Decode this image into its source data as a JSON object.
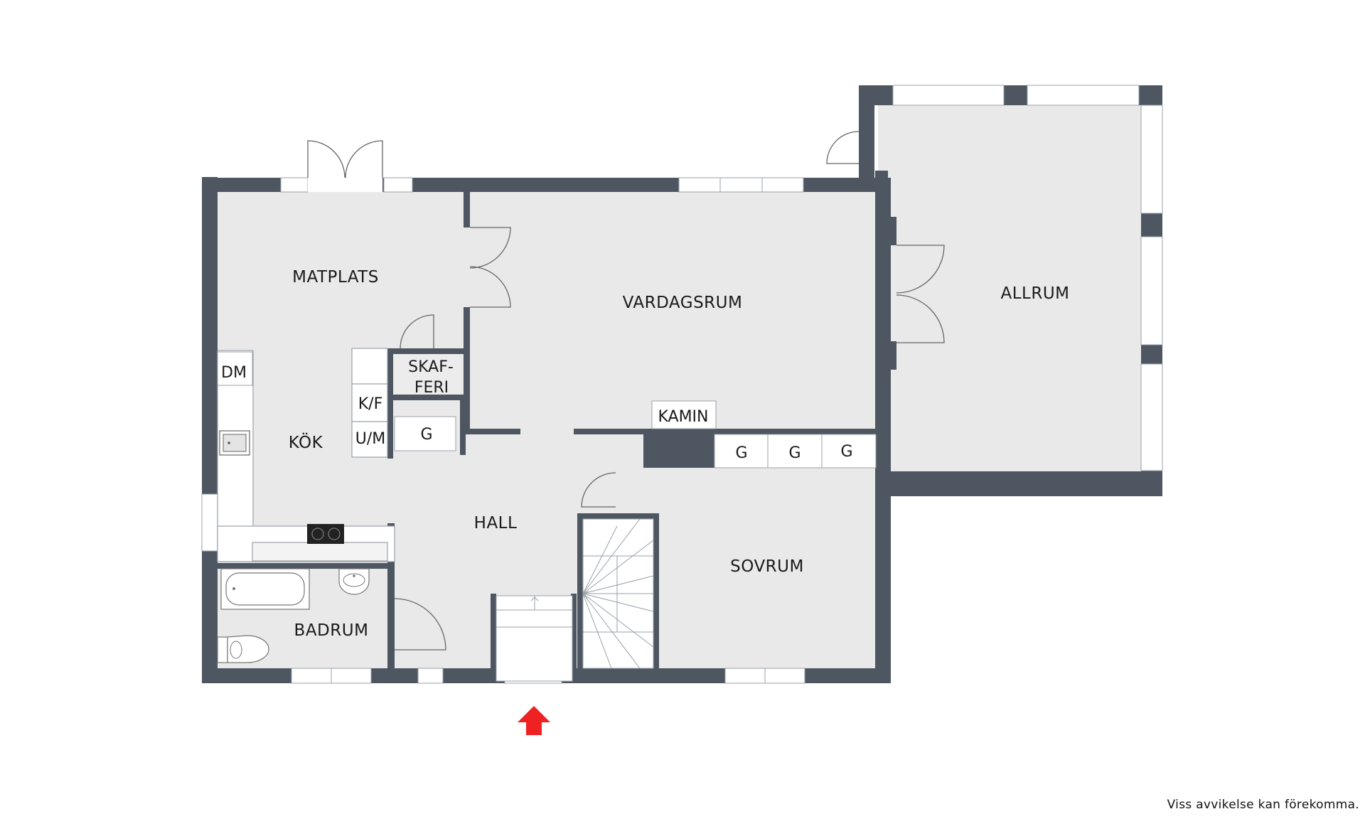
{
  "rooms": {
    "matplats": "MATPLATS",
    "vardagsrum": "VARDAGSRUM",
    "allrum": "ALLRUM",
    "kok": "KÖK",
    "hall": "HALL",
    "sovrum": "SOVRUM",
    "badrum": "BADRUM"
  },
  "fixtures": {
    "dm": "DM",
    "kf": "K/F",
    "um": "U/M",
    "skafferi_line1": "SKAF-",
    "skafferi_line2": "FERI",
    "g": "G",
    "kamin": "KAMIN"
  },
  "disclaimer": "Viss avvikelse kan förekomma.",
  "colors": {
    "wall": "#4d5661",
    "floor": "#e9e9e9",
    "entrance_arrow": "#ee2222"
  },
  "icons": {
    "entrance": "entrance-arrow-icon"
  }
}
